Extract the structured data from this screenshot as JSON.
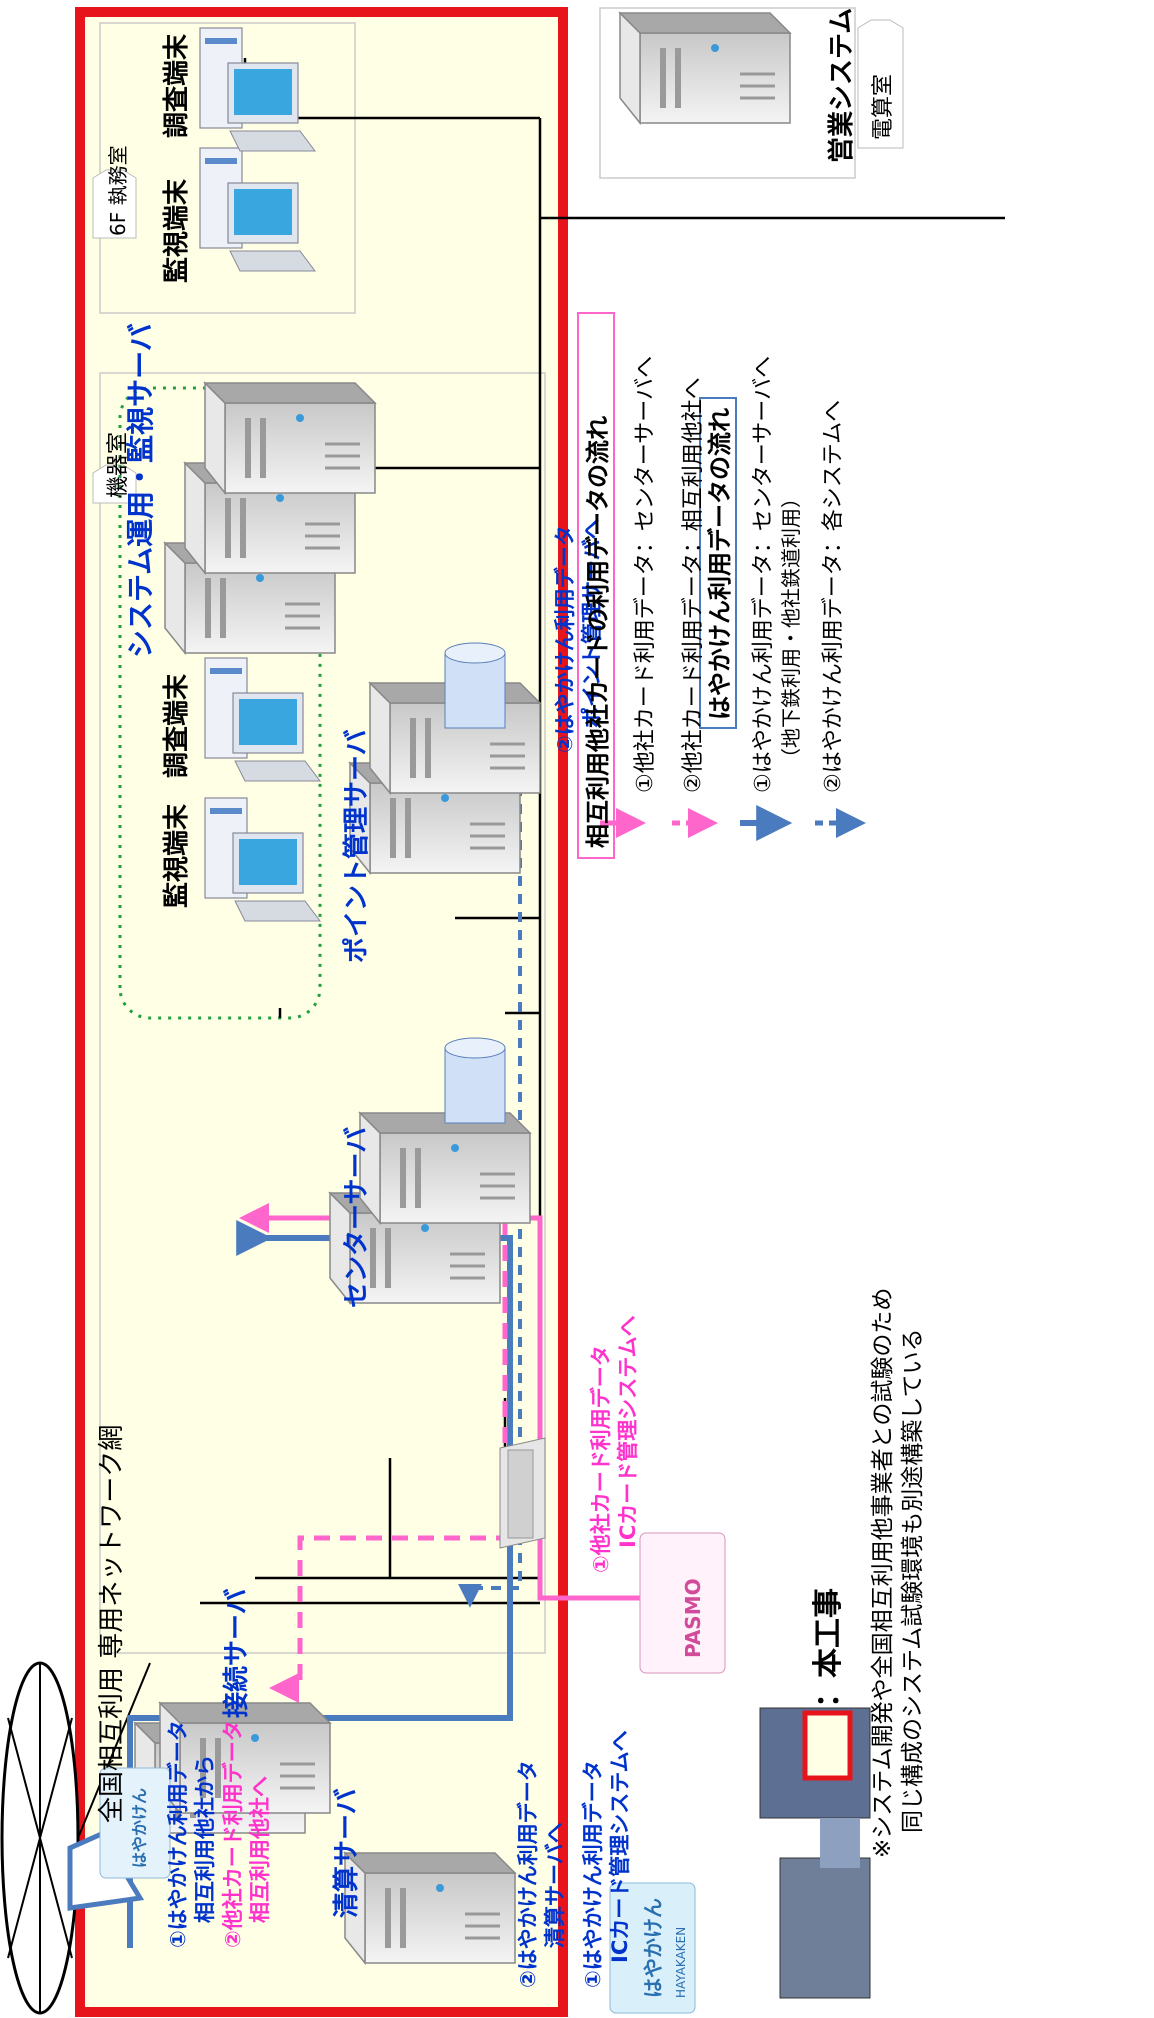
{
  "network_label": "全国相互利用 専用ネットワーク網",
  "rooms": {
    "machine_room": "機器室",
    "office_6f": "6F 執務室",
    "computing_room": "電算室"
  },
  "servers": {
    "connection": "接続サーバ",
    "settlement": "清算サーバ",
    "center": "センターサーバ",
    "point_mgmt": "ポイント管理サーバ",
    "system_ops": "システム運用・監視サーバ",
    "business_system": "営業システム"
  },
  "terminals": {
    "monitor": "監視端末",
    "inspect": "調査端末",
    "monitor_6f": "監視端末",
    "inspect_6f": "調査端末"
  },
  "flow_labels": {
    "f1_line1": "①はやかけん利用データ",
    "f1_line2": "相互利用他社から",
    "f2_line1": "②他社カード利用データ",
    "f2_line2": "相互利用他社へ",
    "f3_line1": "②はやかけん利用データ",
    "f3_line2": "清算サーバへ",
    "f4_line1": "①はやかけん利用データ",
    "f4_line2": "ICカード管理システムへ",
    "f5_line1": "①他社カード利用データ",
    "f5_line2": "ICカード管理システムへ",
    "f6_line1": "②はやかけん利用データ",
    "f6_line2": "ポイント管理サーバへ"
  },
  "legend": {
    "title_other": "相互利用他社カードの利用データの流れ",
    "other_1": "①他社カード利用データ：センターサーバへ",
    "other_2": "②他社カード利用データ：相互利用他社へ",
    "title_hayakaken": "はやかけん利用データの流れ",
    "haya_1a": "①はやかけん利用データ：センターサーバへ",
    "haya_1b": "（地下鉄利用・他社鉄道利用）",
    "haya_2": "②はやかけん利用データ：各システムへ",
    "this_work": "：本工事",
    "note_1": "※システム開発や全国相互利用他事業者との試験のため",
    "note_2": "同じ構成のシステム試験環境も別途構築している"
  },
  "cards": {
    "hayakaken": "はやかけん",
    "hayakaken_sub": "HAYAKAKEN",
    "pasmo": "PASMO"
  },
  "colors": {
    "frame_red": "#e8141c",
    "frame_fill": "#ffffe6",
    "pink_flow": "#ff66cc",
    "blue_flow": "#4a7bbf",
    "label_blue": "#0033cc",
    "label_magenta": "#ff33cc",
    "green_dotted": "#22a040"
  }
}
